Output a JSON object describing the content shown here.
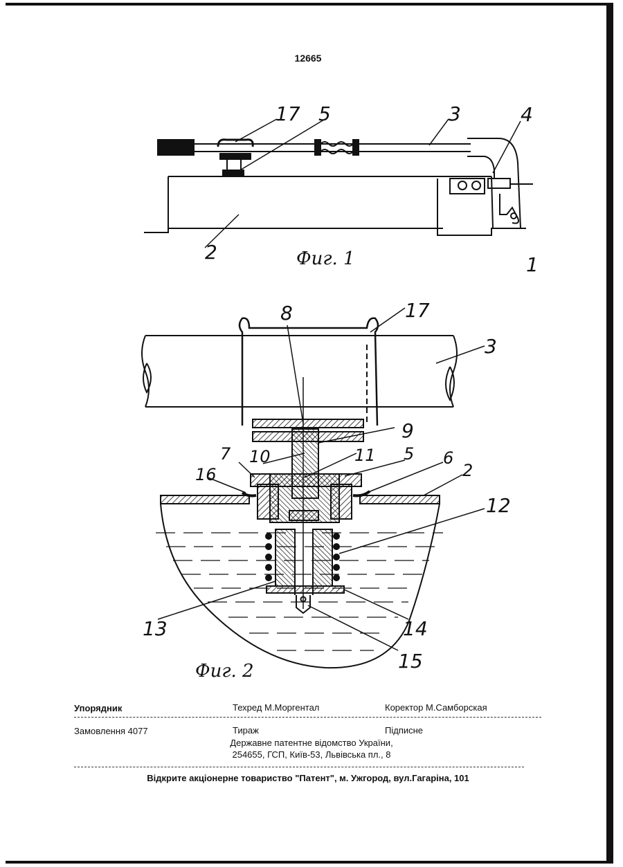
{
  "page_number": "12665",
  "figures": {
    "fig1_caption": "Фиг. 1",
    "fig2_caption": "Фиг. 2",
    "fig1_labels": [
      "17",
      "5",
      "3",
      "4",
      "2",
      "1"
    ],
    "fig2_labels": [
      "8",
      "17",
      "3",
      "9",
      "7",
      "10",
      "11",
      "5",
      "6",
      "16",
      "2",
      "12",
      "13",
      "14",
      "15"
    ]
  },
  "imprint": {
    "compiler": "Упорядник",
    "tech_editor": "Техред М.Моргентал",
    "corrector": "Коректор  М.Самборская",
    "order": "Замовлення 4077",
    "circulation": "Тираж",
    "signed": "Підписне",
    "publisher_line1": "Державне патентне відомство України,",
    "publisher_line2": "254655, ГСП, Київ-53, Львівська пл., 8",
    "printer": "Відкрите акціонерне товариство  \"Патент\", м. Ужгород, вул.Гагаріна, 101"
  }
}
